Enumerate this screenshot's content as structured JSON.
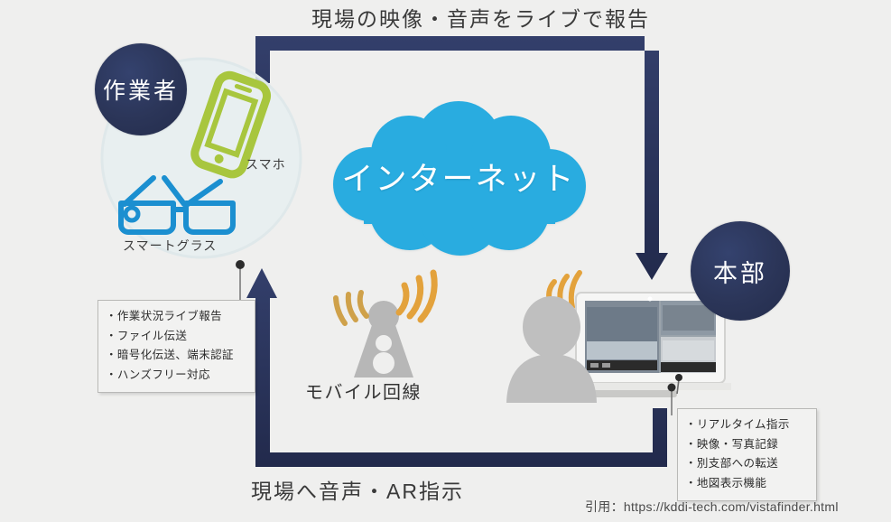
{
  "diagram": {
    "background_color": "#efefee",
    "navy": "#2b3558",
    "cloud_color": "#29ace0",
    "green": "#a8c63e",
    "glass_blue": "#1b8fd0",
    "signal_orange": "#e3a23c",
    "gray": "#b7b7b7"
  },
  "headline_top": "現場の映像・音声をライブで報告",
  "headline_bottom": "現場へ音声・AR指示",
  "citation": "引用：https://kddi-tech.com/vistafinder.html",
  "worker": {
    "badge_label": "作業者",
    "devices": [
      {
        "name": "smartphone",
        "label": "スマホ"
      },
      {
        "name": "smart-glasses",
        "label": "スマートグラス"
      }
    ],
    "features": [
      "・作業状況ライブ報告",
      "・ファイル伝送",
      "・暗号化伝送、端末認証",
      "・ハンズフリー対応"
    ]
  },
  "network": {
    "cloud_label": "インターネット",
    "mobile_label": "モバイル回線"
  },
  "headquarters": {
    "badge_label": "本部",
    "features": [
      "・リアルタイム指示",
      "・映像・写真記録",
      "・別支部への転送",
      "・地図表示機能"
    ]
  }
}
